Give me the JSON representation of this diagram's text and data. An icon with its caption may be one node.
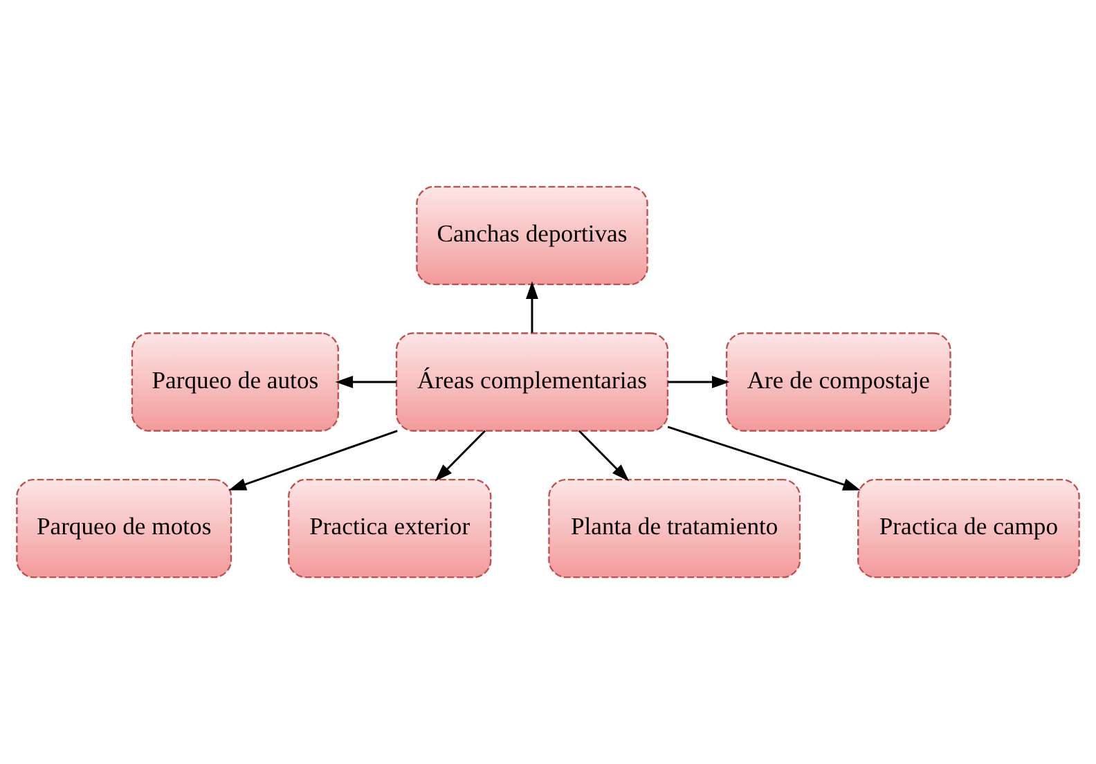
{
  "diagram": {
    "nodes": [
      {
        "text": [
          "Canchas deportivas"
        ]
      },
      {
        "text": [
          "Parqueo de autos"
        ]
      },
      {
        "text": [
          "Are de compostaje"
        ]
      },
      {
        "text": [
          "Áreas complementarias"
        ]
      },
      {
        "text": [
          "Parqueo de motos"
        ]
      },
      {
        "text": [
          "Practica exterior"
        ]
      },
      {
        "text": [
          "Planta de tratamiento"
        ]
      },
      {
        "text": [
          "Practica de campo"
        ]
      }
    ],
    "edges": [
      {
        "from": 3,
        "to": 0,
        "arrow": "to"
      },
      {
        "from": 3,
        "to": 1,
        "arrow": "to"
      },
      {
        "from": 3,
        "to": 2,
        "arrow": "to"
      },
      {
        "from": 3,
        "to": 4,
        "arrow": "to"
      },
      {
        "from": 3,
        "to": 5,
        "arrow": "to"
      },
      {
        "from": 3,
        "to": 6,
        "arrow": "to"
      },
      {
        "from": 3,
        "to": 7,
        "arrow": "to"
      }
    ]
  }
}
